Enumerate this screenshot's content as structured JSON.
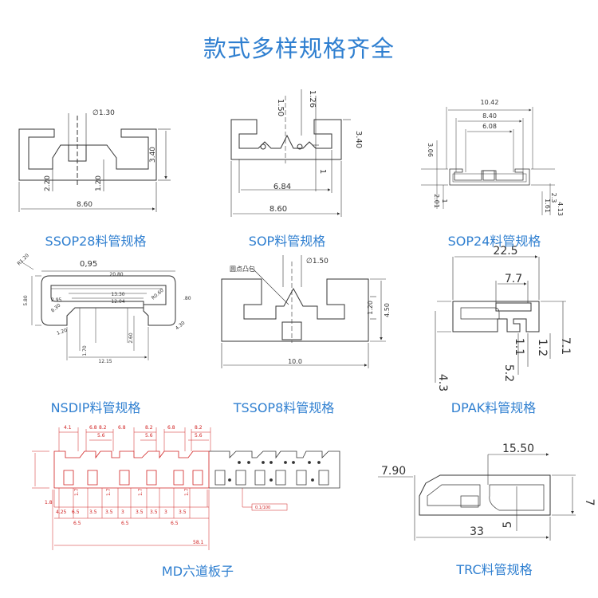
{
  "title": "款式多样规格齐全",
  "panels": {
    "ssop28": {
      "caption": "SSOP28料管规格",
      "dims": {
        "hole": "∅1.30",
        "height": "3.40",
        "left": "2.20",
        "mid": "1.20",
        "width": "8.60"
      }
    },
    "sop": {
      "caption": "SOP料管规格",
      "dims": {
        "a": "1.50",
        "b": "1.26",
        "height": "3.40",
        "one": "1",
        "inner": "6.84",
        "width": "8.60"
      }
    },
    "sop24": {
      "caption": "SOP24料管规格",
      "dims": {
        "top": "10.42",
        "mid": "8.40",
        "inner": "6.08",
        "h1": "3.06",
        "h2": "2.01",
        "h3": "1",
        "r1": "1.61",
        "r2": "2.3",
        "r3": "4.13"
      }
    },
    "nsdip": {
      "caption": "NSDIP料管规格",
      "dims": {
        "r": "R1.20",
        "thick": "0,95",
        "w1": "20.80",
        "w2": "13.30",
        "w3": "12.04",
        "h": "5.80",
        "a": "2.95",
        "b": "8.30",
        "c": "1.70",
        "d": "2.60",
        "e": "12.15",
        "f": ".80",
        "g": "4.30",
        "s": "R0.60",
        "t": "1.20"
      }
    },
    "tssop8": {
      "caption": "TSSOP8料管规格",
      "dims": {
        "bump": "圆点凸包",
        "hole": "∅1.50",
        "h1": "1.20",
        "h2": "4.50",
        "width": "10.0"
      }
    },
    "dpak": {
      "caption": "DPAK料管规格",
      "dims": {
        "width": "22.5",
        "inner": "7.7",
        "a": "1.1",
        "b": "1.2",
        "c": "7.1",
        "d": "5.2",
        "e": "4.3"
      }
    },
    "md": {
      "caption": "MD六道板子",
      "dims": {
        "a": "4.1",
        "b": "6.8",
        "c": "8.2",
        "d": "5.6",
        "e": "1.7",
        "f": "6.5",
        "g": "3.5",
        "h": "3",
        "k": "4.25",
        "m": "1.8",
        "total": "58.1",
        "note": "0.1/100"
      }
    },
    "trc": {
      "caption": "TRC料管规格",
      "dims": {
        "top": "15.50",
        "left": "7.90",
        "height": "7",
        "bottom": "33",
        "five": "5"
      }
    }
  },
  "colors": {
    "accent": "#2f7fd0",
    "line": "#333333",
    "red": "#d02020"
  }
}
